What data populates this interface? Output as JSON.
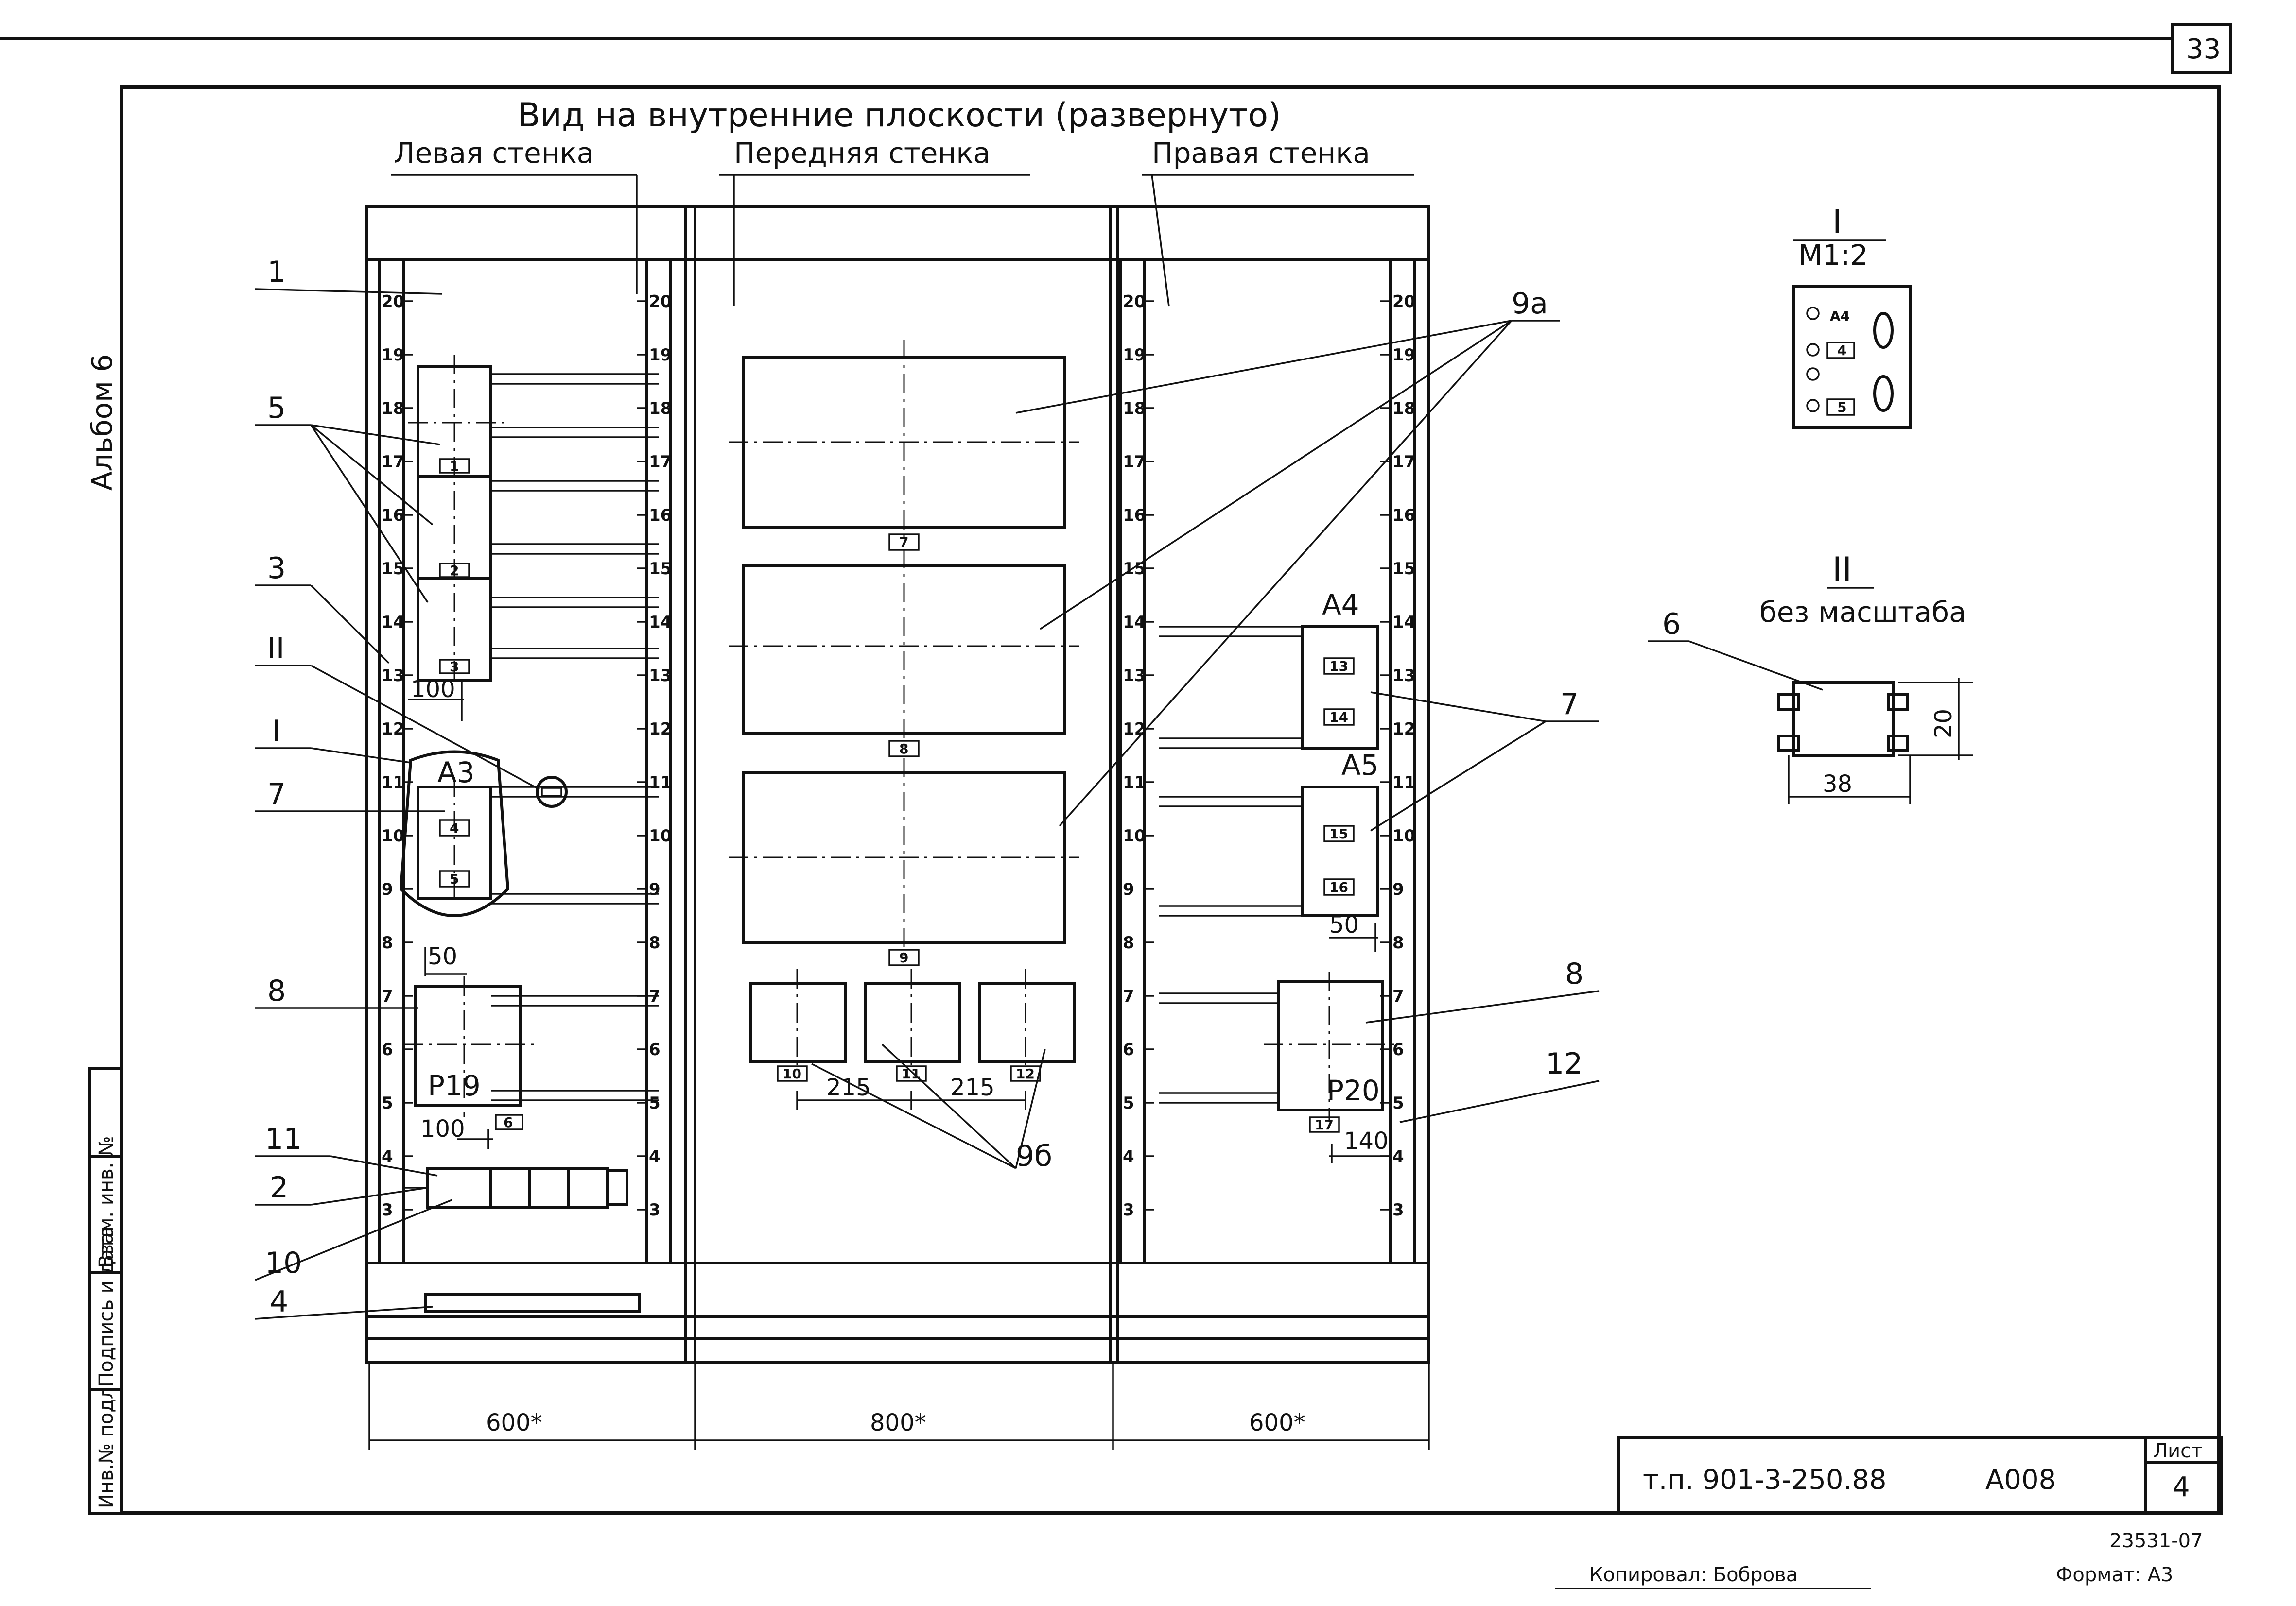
{
  "page_number": "33",
  "album_label": "Альбом 6",
  "title": "Вид на внутренние плоскости (развернуто)",
  "walls": {
    "left": "Левая стенка",
    "front": "Передняя стенка",
    "right": "Правая стенка"
  },
  "wall_widths": [
    "600*",
    "800*",
    "600*"
  ],
  "scale_ticks": [
    "20",
    "19",
    "18",
    "17",
    "16",
    "15",
    "14",
    "13",
    "12",
    "11",
    "10",
    "9",
    "8",
    "7",
    "6",
    "5",
    "4",
    "3"
  ],
  "callouts": {
    "c1": "1",
    "c2": "2",
    "c3": "3",
    "c4": "4",
    "c5": "5",
    "c6": "6",
    "c7": "7",
    "c7r": "7",
    "c8": "8",
    "c8r": "8",
    "c10": "10",
    "c11": "11",
    "c12": "12",
    "c9a": "9а",
    "c9b": "9б",
    "cI": "I",
    "cII": "II"
  },
  "box_numbers": {
    "b1": "1",
    "b2": "2",
    "b3": "3",
    "b4": "4",
    "b5": "5",
    "b6": "6",
    "b7": "7",
    "b8": "8",
    "b9": "9",
    "b10": "10",
    "b11": "11",
    "b12": "12",
    "b13": "13",
    "b14": "14",
    "b15": "15",
    "b16": "16",
    "b17": "17"
  },
  "component_labels": {
    "a3": "А3",
    "a4": "А4",
    "a5": "А5",
    "p19": "Р19",
    "p20": "Р20"
  },
  "dimensions": {
    "d100a": "100",
    "d50a": "50",
    "d100b": "100",
    "d215a": "215",
    "d215b": "215",
    "d50b": "50",
    "d140": "140",
    "d38": "38",
    "d20": "20"
  },
  "detail_I": {
    "label": "I",
    "scale": "М1:2",
    "a4": "А4",
    "n4": "4",
    "n5": "5"
  },
  "detail_II": {
    "label": "II",
    "scale": "без масштаба"
  },
  "title_block": {
    "project": "т.п. 901-3-250.88",
    "code": "А008",
    "sheet_label": "Лист",
    "sheet_number": "4"
  },
  "side_stamp": [
    "Взам. инв. №",
    "Подпись и дата",
    "Инв.№ подл."
  ],
  "bottom": {
    "copied": "Копировал: Боброва",
    "format": "Формат: А3",
    "archive": "23531-07"
  }
}
